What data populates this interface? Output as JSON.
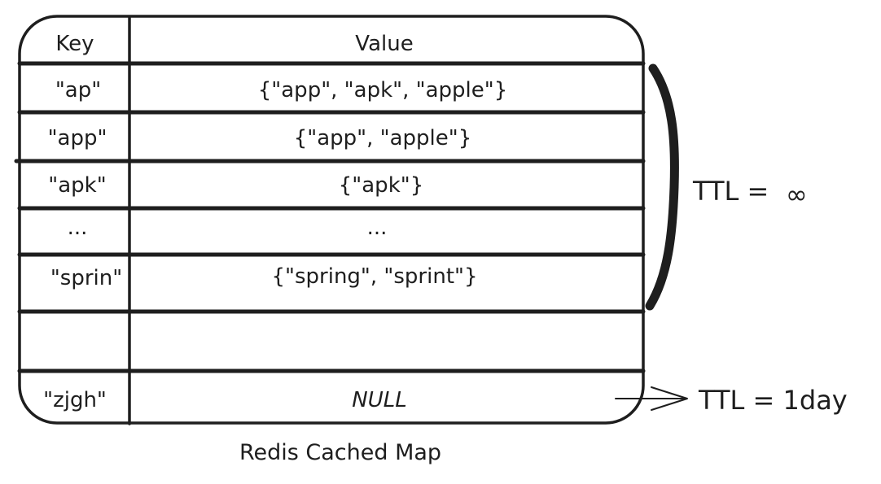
{
  "table": {
    "headers": {
      "key": "Key",
      "value": "Value"
    },
    "rows": [
      {
        "key": "\"ap\"",
        "value": "{\"app\", \"apk\", \"apple\"}"
      },
      {
        "key": "\"app\"",
        "value": "{\"app\", \"apple\"}"
      },
      {
        "key": "\"apk\"",
        "value": "{\"apk\"}"
      },
      {
        "key": "...",
        "value": "..."
      },
      {
        "key": "\"sprin\"",
        "value": "{\"spring\", \"sprint\"}"
      },
      {
        "key": "",
        "value": ""
      },
      {
        "key": "\"zjgh\"",
        "value": "NULL"
      }
    ]
  },
  "annotations": {
    "ttl_infinite": "TTL =",
    "infinity_symbol": "∞",
    "ttl_day": "TTL = 1day"
  },
  "caption": "Redis Cached Map",
  "colors": {
    "stroke": "#1e1e1e",
    "background": "#ffffff"
  }
}
